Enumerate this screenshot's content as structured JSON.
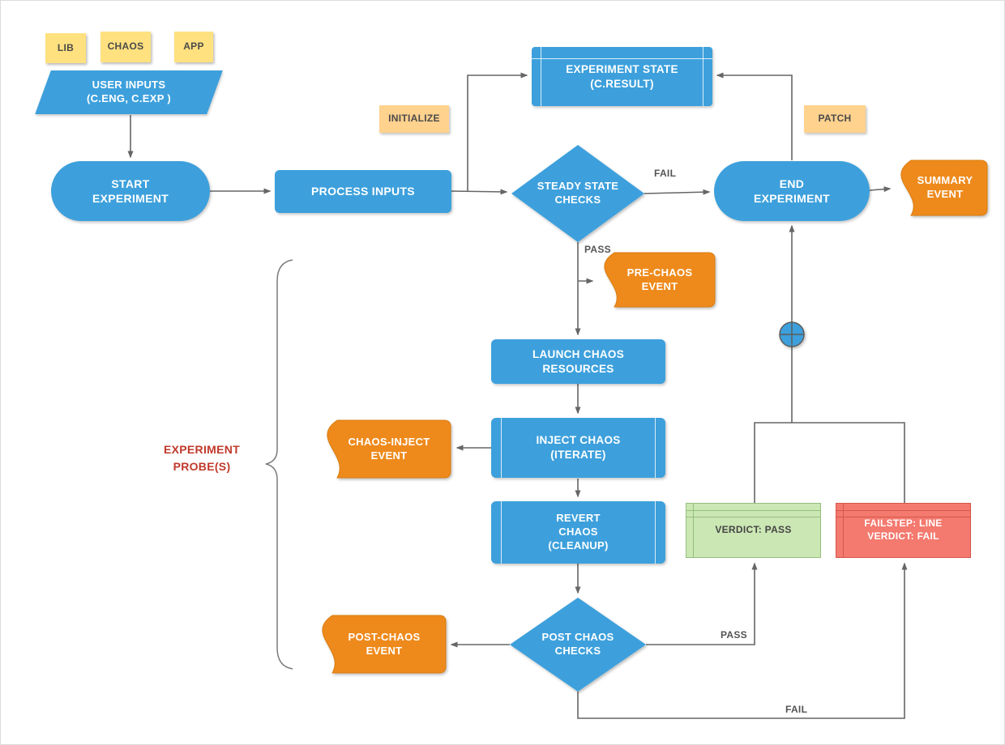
{
  "notes": [
    {
      "label": "LIB"
    },
    {
      "label": "CHAOS"
    },
    {
      "label": "APP"
    }
  ],
  "nodes": {
    "user_inputs": {
      "label": "USER INPUTS\n(C.ENG, C.EXP )"
    },
    "start_experiment": {
      "label": "START\nEXPERIMENT"
    },
    "process_inputs": {
      "label": "PROCESS INPUTS"
    },
    "steady_state_checks": {
      "label": "STEADY STATE\nCHECKS"
    },
    "experiment_state": {
      "label": "EXPERIMENT STATE\n(C.RESULT)"
    },
    "end_experiment": {
      "label": "END\nEXPERIMENT"
    },
    "launch_chaos_resources": {
      "label": "LAUNCH CHAOS\nRESOURCES"
    },
    "inject_chaos": {
      "label": "INJECT CHAOS\n(ITERATE)"
    },
    "revert_chaos": {
      "label": "REVERT\nCHAOS\n(CLEANUP)"
    },
    "post_chaos_checks": {
      "label": "POST CHAOS\nCHECKS"
    },
    "verdict_pass": {
      "label": "VERDICT: PASS"
    },
    "verdict_fail": {
      "label": "FAILSTEP: LINE\nVERDICT: FAIL"
    }
  },
  "events": {
    "summary": {
      "label": "SUMMARY\nEVENT"
    },
    "pre_chaos": {
      "label": "PRE-CHAOS\nEVENT"
    },
    "chaos_inject": {
      "label": "CHAOS-INJECT\nEVENT"
    },
    "post_chaos": {
      "label": "POST-CHAOS\nEVENT"
    }
  },
  "tags": {
    "initialize": "INITIALIZE",
    "patch": "PATCH"
  },
  "edge_labels": {
    "steady_fail": "FAIL",
    "steady_pass": "PASS",
    "post_pass": "PASS",
    "post_fail": "FAIL"
  },
  "annotations": {
    "experiment_probes": "EXPERIMENT\nPROBE(S)"
  },
  "colors": {
    "node_blue": "#3DA0DC",
    "event_orange": "#EE8A1C",
    "note_yellow": "#FFE17F",
    "tag_orange": "#FFD28E",
    "pass_green": "#CBE7B4",
    "fail_red": "#F4796E",
    "connector_gray": "#666666",
    "probe_text_red": "#C0392B"
  }
}
